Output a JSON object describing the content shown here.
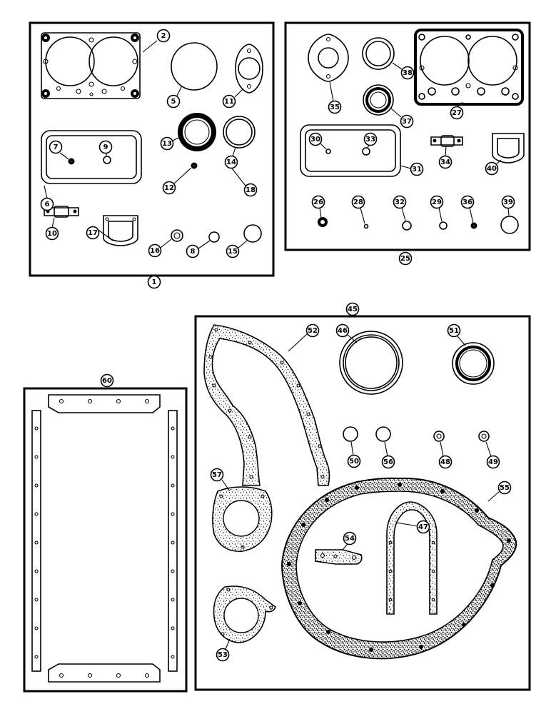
{
  "kits": [
    {
      "id": "kit-1",
      "label": "1"
    },
    {
      "id": "kit-25",
      "label": "25"
    },
    {
      "id": "kit-45",
      "label": "45"
    },
    {
      "id": "kit-60",
      "label": "60"
    }
  ],
  "callouts": [
    {
      "id": "c2",
      "label": "2"
    },
    {
      "id": "c5",
      "label": "5"
    },
    {
      "id": "c11",
      "label": "11"
    },
    {
      "id": "c7",
      "label": "7"
    },
    {
      "id": "c9",
      "label": "9"
    },
    {
      "id": "c13",
      "label": "13"
    },
    {
      "id": "c14",
      "label": "14"
    },
    {
      "id": "c6",
      "label": "6"
    },
    {
      "id": "c12",
      "label": "12"
    },
    {
      "id": "c18",
      "label": "18"
    },
    {
      "id": "c10",
      "label": "10"
    },
    {
      "id": "c17",
      "label": "17"
    },
    {
      "id": "c16",
      "label": "16"
    },
    {
      "id": "c8",
      "label": "8"
    },
    {
      "id": "c15",
      "label": "15"
    },
    {
      "id": "c35",
      "label": "35"
    },
    {
      "id": "c38",
      "label": "38"
    },
    {
      "id": "c37",
      "label": "37"
    },
    {
      "id": "c27",
      "label": "27"
    },
    {
      "id": "c30",
      "label": "30"
    },
    {
      "id": "c33",
      "label": "33"
    },
    {
      "id": "c31",
      "label": "31"
    },
    {
      "id": "c34",
      "label": "34"
    },
    {
      "id": "c40",
      "label": "40"
    },
    {
      "id": "c26",
      "label": "26"
    },
    {
      "id": "c28",
      "label": "28"
    },
    {
      "id": "c32",
      "label": "32"
    },
    {
      "id": "c29",
      "label": "29"
    },
    {
      "id": "c36",
      "label": "36"
    },
    {
      "id": "c39",
      "label": "39"
    },
    {
      "id": "c52",
      "label": "52"
    },
    {
      "id": "c46",
      "label": "46"
    },
    {
      "id": "c51",
      "label": "51"
    },
    {
      "id": "c50",
      "label": "50"
    },
    {
      "id": "c56",
      "label": "56"
    },
    {
      "id": "c48a",
      "label": "48"
    },
    {
      "id": "c49",
      "label": "49"
    },
    {
      "id": "c57",
      "label": "57"
    },
    {
      "id": "c55",
      "label": "55"
    },
    {
      "id": "c54",
      "label": "54"
    },
    {
      "id": "c47",
      "label": "47"
    },
    {
      "id": "c53",
      "label": "53"
    }
  ]
}
